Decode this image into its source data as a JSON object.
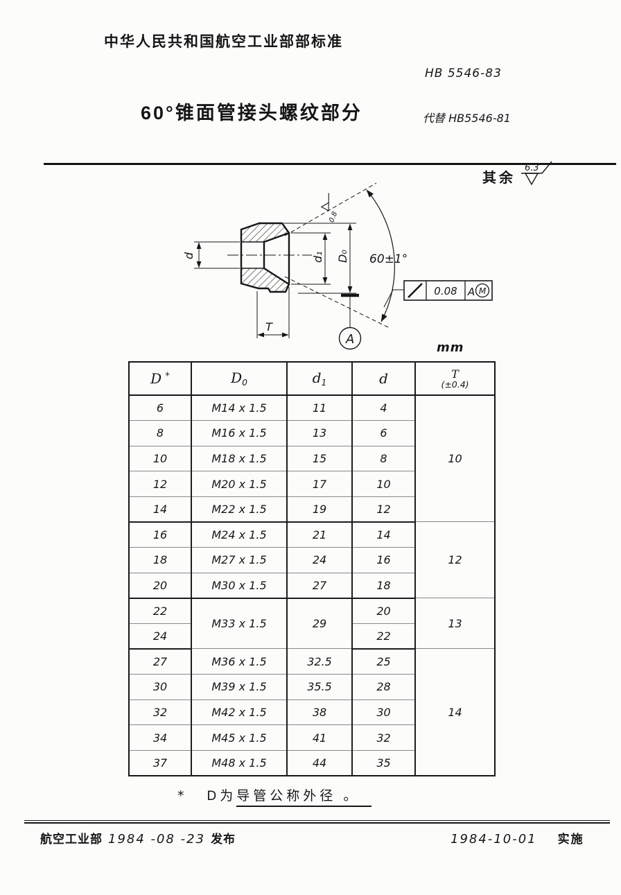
{
  "header": {
    "org_standard": "中华人民共和国航空工业部部标准",
    "standard_no": "HB 5546-83",
    "title": "60°锥面管接头螺纹部分",
    "replaces": "代替 HB5546-81"
  },
  "surface_note": {
    "prefix": "其余",
    "value": "6.3"
  },
  "drawing": {
    "dim_d": "d",
    "dim_d1": "d₁",
    "dim_D0": "D₀",
    "angle": "60±1°",
    "dim_T": "T",
    "finish_cone": "0.8",
    "fcf_tolerance": "0.08",
    "fcf_datum": "A",
    "fcf_modifier": "M",
    "datum_label": "A",
    "unit": "mm"
  },
  "table": {
    "col_D": "D",
    "col_D_sup": "*",
    "col_D0": "D",
    "col_D0_sub": "0",
    "col_d1": "d",
    "col_d1_sub": "1",
    "col_d": "d",
    "col_T": "T",
    "col_T_note": "(±0.4)",
    "rows": [
      {
        "D": "6",
        "D0": "M14 x 1.5",
        "d1": "11",
        "d": "4",
        "T": "10"
      },
      {
        "D": "8",
        "D0": "M16 x 1.5",
        "d1": "13",
        "d": "6"
      },
      {
        "D": "10",
        "D0": "M18 x 1.5",
        "d1": "15",
        "d": "8"
      },
      {
        "D": "12",
        "D0": "M20 x 1.5",
        "d1": "17",
        "d": "10"
      },
      {
        "D": "14",
        "D0": "M22 x 1.5",
        "d1": "19",
        "d": "12"
      },
      {
        "D": "16",
        "D0": "M24 x 1.5",
        "d1": "21",
        "d": "14",
        "T": "12"
      },
      {
        "D": "18",
        "D0": "M27 x 1.5",
        "d1": "24",
        "d": "16"
      },
      {
        "D": "20",
        "D0": "M30 x 1.5",
        "d1": "27",
        "d": "18"
      },
      {
        "D": "22",
        "D0": "M33 x 1.5",
        "d1": "29",
        "d": "20",
        "T": "13"
      },
      {
        "D": "24",
        "d": "22"
      },
      {
        "D": "27",
        "D0": "M36 x 1.5",
        "d1": "32.5",
        "d": "25",
        "T": "14"
      },
      {
        "D": "30",
        "D0": "M39 x 1.5",
        "d1": "35.5",
        "d": "28"
      },
      {
        "D": "32",
        "D0": "M42 x 1.5",
        "d1": "38",
        "d": "30"
      },
      {
        "D": "34",
        "D0": "M45 x 1.5",
        "d1": "41",
        "d": "32"
      },
      {
        "D": "37",
        "D0": "M48 x 1.5",
        "d1": "44",
        "d": "35"
      }
    ]
  },
  "footnote": {
    "star": "*",
    "pre": "D为",
    "underlined": "导管公称外径 。"
  },
  "footer": {
    "issue_org": "航空工业部",
    "issue_date": "1984 -08 -23",
    "issue_label": "发布",
    "impl_date": "1984-10-01",
    "impl_label": "实施"
  }
}
